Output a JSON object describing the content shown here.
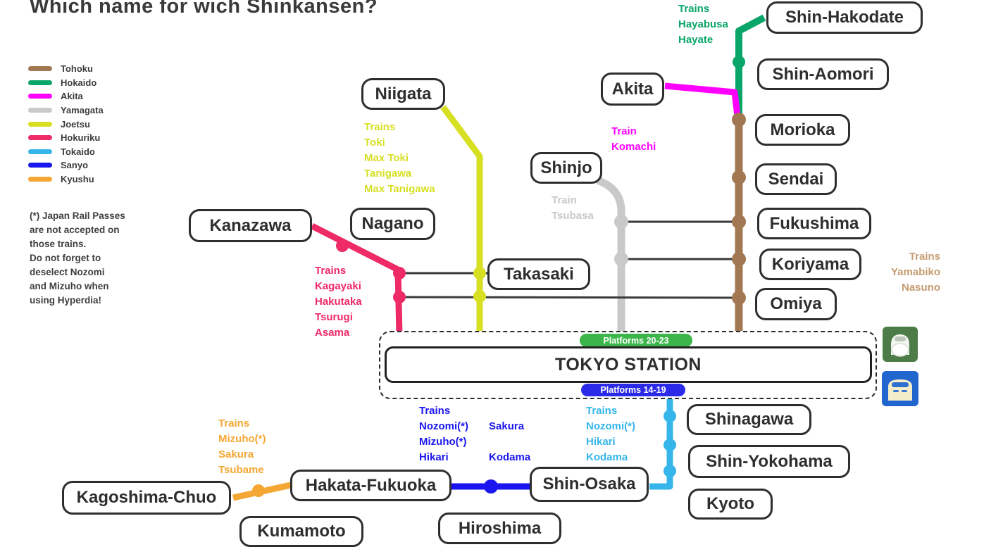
{
  "title": "Which name for wich Shinkansen?",
  "colors": {
    "tohoku": "#a17852",
    "hokkaido": "#0aa569",
    "akita": "#ff00ff",
    "yamagata": "#c9c9c9",
    "joetsu": "#d7df23",
    "hokuriku": "#ee2a67",
    "tokaido": "#35b5ea",
    "sanyo": "#1a16f0",
    "kyushu": "#f5a733",
    "tohoku_text": "#c69c72",
    "connector": "#3a3a3a",
    "platform_green": "#3cb54a",
    "platform_blue": "#2a2ae8",
    "icon_green_bg": "#4d7c49",
    "icon_blue_bg": "#2166cf"
  },
  "legend": {
    "items": [
      {
        "label": "Tohoku",
        "color": "#a17852"
      },
      {
        "label": "Hokaido",
        "color": "#0aa569"
      },
      {
        "label": "Akita",
        "color": "#ff00ff"
      },
      {
        "label": "Yamagata",
        "color": "#c9c9c9"
      },
      {
        "label": "Joetsu",
        "color": "#d7df23"
      },
      {
        "label": "Hokuriku",
        "color": "#ee2a67"
      },
      {
        "label": "Tokaido",
        "color": "#35b5ea"
      },
      {
        "label": "Sanyo",
        "color": "#1a16f0"
      },
      {
        "label": "Kyushu",
        "color": "#f5a733"
      }
    ]
  },
  "note": [
    "(*) Japan Rail Passes",
    "are not accepted on",
    "those trains.",
    "Do not forget to",
    "deselect Nozomi",
    "and Mizuho when",
    "using Hyperdia!"
  ],
  "stations": {
    "shin_hakodate": "Shin-Hakodate",
    "shin_aomori": "Shin-Aomori",
    "morioka": "Morioka",
    "sendai": "Sendai",
    "fukushima": "Fukushima",
    "koriyama": "Koriyama",
    "omiya": "Omiya",
    "akita": "Akita",
    "shinjo": "Shinjo",
    "niigata": "Niigata",
    "kanazawa": "Kanazawa",
    "nagano": "Nagano",
    "takasaki": "Takasaki",
    "shinagawa": "Shinagawa",
    "shin_yokohama": "Shin-Yokohama",
    "kyoto": "Kyoto",
    "shin_osaka": "Shin-Osaka",
    "hakata_fukuoka": "Hakata-Fukuoka",
    "kagoshima_chuo": "Kagoshima-Chuo",
    "kumamoto": "Kumamoto",
    "hiroshima": "Hiroshima"
  },
  "tokyo_station": {
    "label": "TOKYO STATION",
    "platforms_top": "Platforms 20-23",
    "platforms_bottom": "Platforms 14-19"
  },
  "train_labels": {
    "hokkaido": [
      "Trains",
      "Hayabusa",
      "Hayate"
    ],
    "akita": [
      "Train",
      "Komachi"
    ],
    "yamagata": [
      "Train",
      "Tsubasa"
    ],
    "joetsu": [
      "Trains",
      "Toki",
      "Max Toki",
      "Tanigawa",
      "Max Tanigawa"
    ],
    "hokuriku": [
      "Trains",
      "Kagayaki",
      "Hakutaka",
      "Tsurugi",
      "Asama"
    ],
    "tohoku": [
      "Trains",
      "Yamabiko",
      "Nasuno"
    ],
    "sanyo_a": [
      "Trains",
      "Nozomi(*)",
      "Mizuho(*)",
      "Hikari"
    ],
    "sanyo_b": [
      "",
      "Sakura",
      "",
      "Kodama"
    ],
    "tokaido": [
      "Trains",
      "Nozomi(*)",
      "Hikari",
      "Kodama"
    ],
    "kyushu": [
      "Trains",
      "Mizuho(*)",
      "Sakura",
      "Tsubame"
    ]
  },
  "icons": {
    "green_train": "green-shinkansen-front",
    "blue_train": "blue-shinkansen-front"
  }
}
